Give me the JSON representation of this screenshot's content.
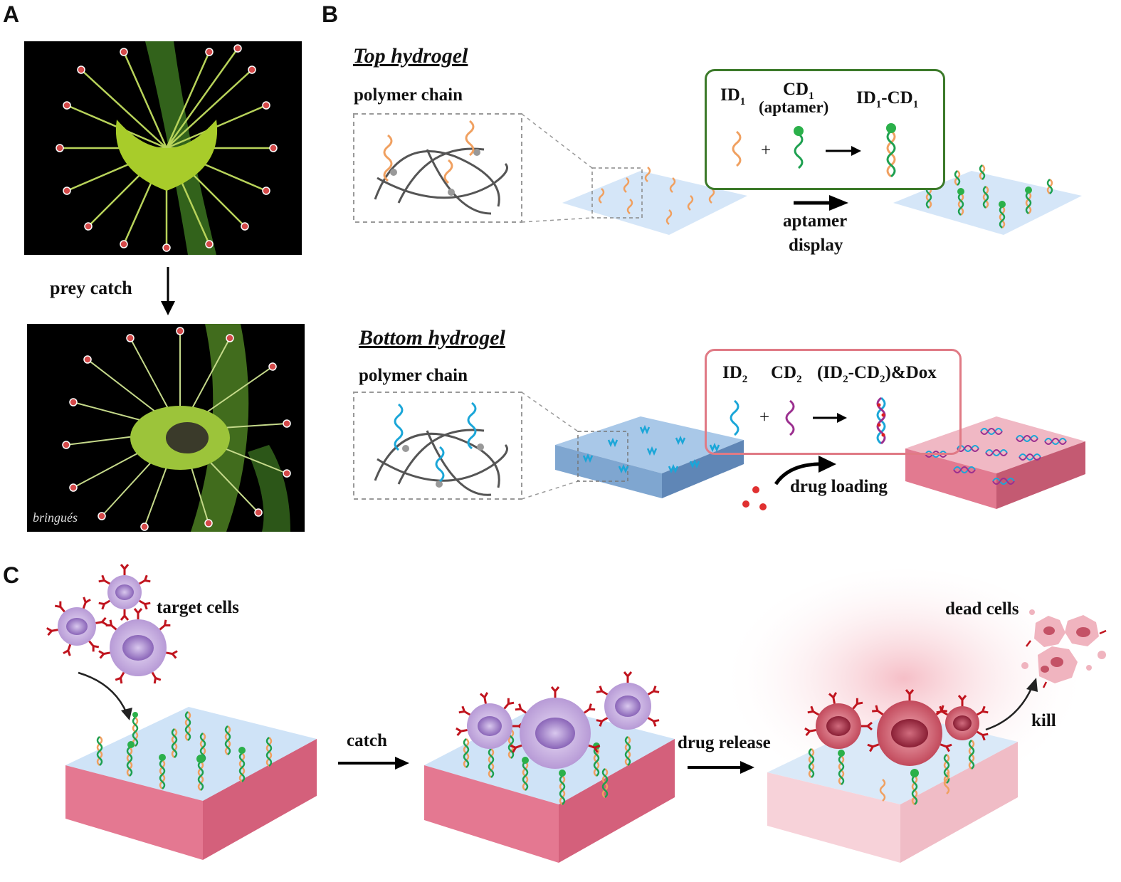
{
  "panels": {
    "a": "A",
    "b": "B",
    "c": "C"
  },
  "panel_a": {
    "arrow_label": "prey catch",
    "signature": "bringués"
  },
  "top_hydrogel": {
    "title": "Top hydrogel",
    "polymer_label": "polymer chain",
    "box": {
      "id1": "ID",
      "id1_sub": "1",
      "cd1": "CD",
      "cd1_sub": "1",
      "cd1_note": "(aptamer)",
      "id1cd1_a": "ID",
      "id1cd1_sub1": "1",
      "id1cd1_b": "-CD",
      "id1cd1_sub2": "1",
      "plus": "+"
    },
    "arrow_label_1": "aptamer",
    "arrow_label_2": "display"
  },
  "bottom_hydrogel": {
    "title": "Bottom hydrogel",
    "polymer_label": "polymer chain",
    "box": {
      "id2": "ID",
      "id2_sub": "2",
      "cd2": "CD",
      "cd2_sub": "2",
      "complex_a": "(ID",
      "complex_sub1": "2",
      "complex_b": "-CD",
      "complex_sub2": "2",
      "complex_c": ")&Dox",
      "plus": "+"
    },
    "arrow_label": "drug loading"
  },
  "panel_c": {
    "target_cells": "target cells",
    "catch": "catch",
    "drug_release": "drug release",
    "dead_cells": "dead cells",
    "kill": "kill"
  },
  "colors": {
    "orange_strand": "#f0a060",
    "green_strand": "#1ea050",
    "blue_strand": "#1aa6d8",
    "purple_strand": "#9b2f8f",
    "green_box": "#3c7a2a",
    "red_box": "#e07a85",
    "slab_top": "#cfe3f7",
    "slab_pink": "#e0708a",
    "cell_purple": "#b89ad8",
    "receptor_red": "#c0141e"
  }
}
